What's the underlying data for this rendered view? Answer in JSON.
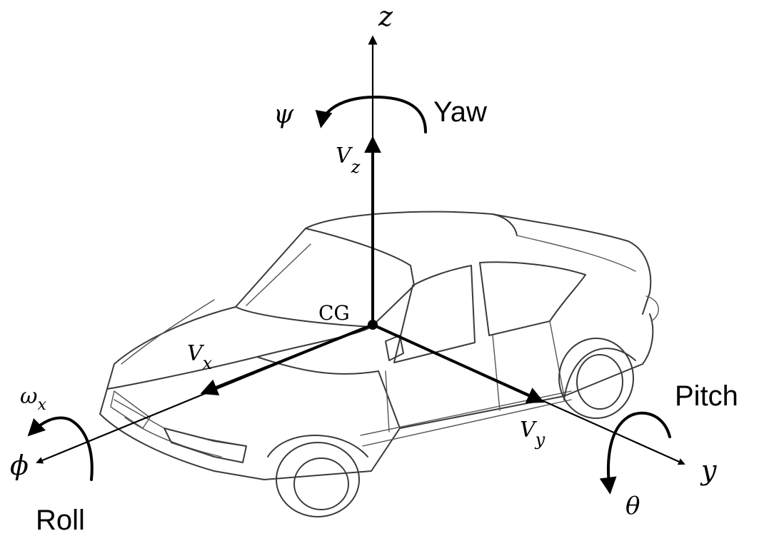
{
  "labels": {
    "z_axis": "z",
    "y_axis": "y",
    "yaw_word": "Yaw",
    "yaw_symbol": "ψ",
    "pitch_word": "Pitch",
    "pitch_symbol": "θ",
    "roll_word": "Roll",
    "roll_symbol": "ϕ",
    "roll_rate": "ω",
    "roll_rate_sub": "x",
    "vz": "V",
    "vz_sub": "z",
    "vx": "V",
    "vx_sub": "x",
    "vy": "V",
    "vy_sub": "y",
    "cg": "CG"
  },
  "colors": {
    "ink": "#000000",
    "car_outline": "#3a3a3a",
    "background": "#ffffff"
  }
}
